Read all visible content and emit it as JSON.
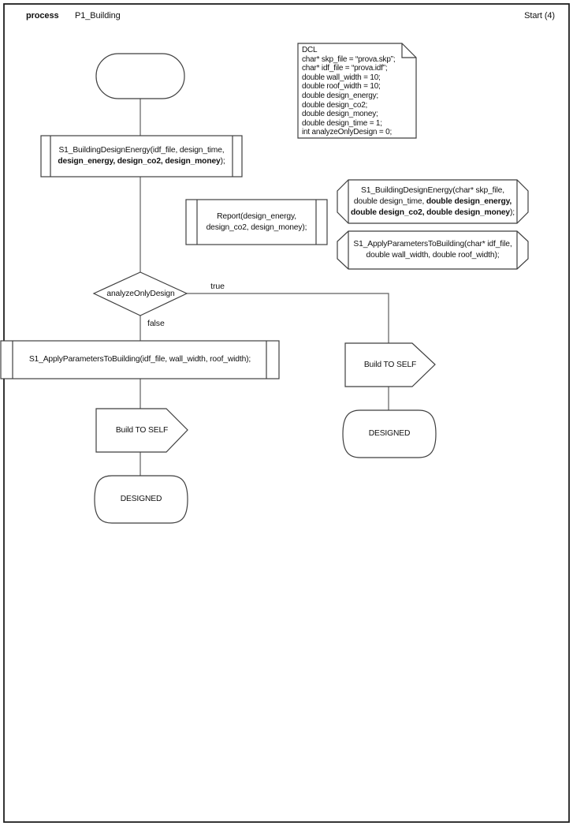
{
  "header": {
    "type_label": "process",
    "process_name": "P1_Building",
    "page_label": "Start (4)"
  },
  "dcl_note": {
    "lines": [
      "DCL",
      "char* skp_file = “prova.skp”;",
      "char* idf_file = “prova.idf”;",
      "double wall_width = 10;",
      "double roof_width = 10;",
      "double design_energy;",
      "double design_co2;",
      "double design_money;",
      "double design_time = 1;",
      "int analyzeOnlyDesign = 0;"
    ]
  },
  "nodes": {
    "call_building_design_energy": {
      "line1": "S1_BuildingDesignEnergy(idf_file, design_time,",
      "line2_bold": "design_energy, design_co2, design_money",
      "line2_end": ");"
    },
    "report_call": {
      "line1": "Report(design_energy,",
      "line2": "design_co2, design_money);"
    },
    "decl_building_design_energy": {
      "line1": "S1_BuildingDesignEnergy(char* skp_file,",
      "line2_normal": "double design_time, ",
      "line2_bold": "double design_energy,",
      "line3_bold": "double design_co2, double design_money",
      "line3_end": ");"
    },
    "decl_apply_parameters": {
      "line1": "S1_ApplyParametersToBuilding(char* idf_file,",
      "line2": "double wall_width, double roof_width);"
    },
    "decision": {
      "label": "analyzeOnlyDesign",
      "true_label": "true",
      "false_label": "false"
    },
    "call_apply_parameters": {
      "line1": "S1_ApplyParametersToBuilding(idf_file, wall_width, roof_width);"
    },
    "output_build_left": {
      "label": "Build TO SELF"
    },
    "state_designed_left": {
      "label": "DESIGNED"
    },
    "output_build_right": {
      "label": "Build TO SELF"
    },
    "state_designed_right": {
      "label": "DESIGNED"
    }
  },
  "colors": {
    "shape_stroke": "#3f3f3f",
    "connector_stroke": "#5f5f5f",
    "page_border": "#1f1f1f",
    "text": "#111111",
    "background": "#ffffff"
  }
}
